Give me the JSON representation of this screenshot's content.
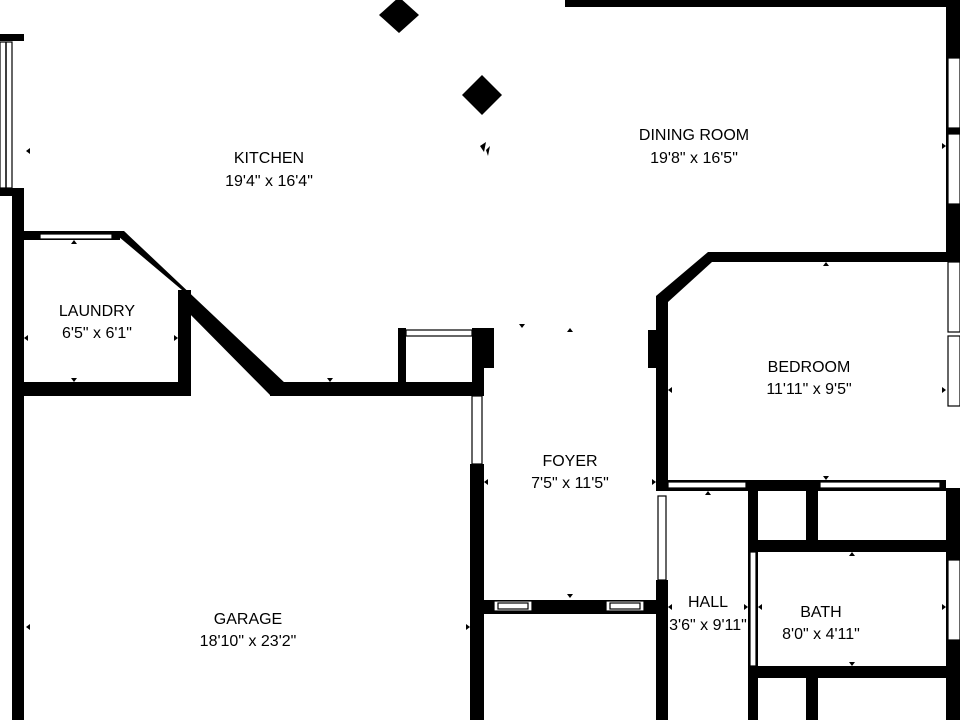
{
  "rooms": {
    "kitchen": {
      "name": "KITCHEN",
      "size": "19'4\" x 16'4\""
    },
    "dining": {
      "name": "DINING ROOM",
      "size": "19'8\" x 16'5\""
    },
    "laundry": {
      "name": "LAUNDRY",
      "size": "6'5\" x 6'1\""
    },
    "bedroom": {
      "name": "BEDROOM",
      "size": "11'11\" x 9'5\""
    },
    "foyer": {
      "name": "FOYER",
      "size": "7'5\" x 11'5\""
    },
    "garage": {
      "name": "GARAGE",
      "size": "18'10\" x 23'2\""
    },
    "hall": {
      "name": "HALL",
      "size": "3'6\" x 9'11\""
    },
    "bath": {
      "name": "BATH",
      "size": "8'0\" x 4'11\""
    }
  },
  "colors": {
    "wall": "#000000",
    "background": "#ffffff"
  }
}
